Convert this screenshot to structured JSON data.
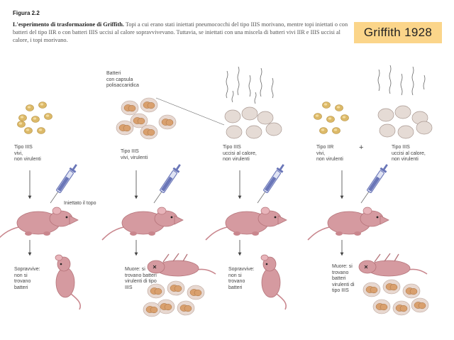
{
  "figure": {
    "label": "Figura 2.2",
    "title": "L'esperimento di trasformazione di Griffith.",
    "caption": "Topi a cui erano stati iniettati pneumococchi del tipo IIIS morivano, mentre topi iniettati o con batteri del tipo IIR o con batteri IIIS uccisi al calore sopravvivevano. Tuttavia, se iniettati con una miscela di batteri vivi IIR e IIIS uccisi al calore, i topi morivano."
  },
  "badge": {
    "text": "Griffith 1928",
    "color": "#fbd58a"
  },
  "labels": {
    "capsule_note": "Batteri\ncon capsula\npolisaccaridica",
    "injected_mouse": "Iniettato il topo",
    "col1_type": "Tipo IIIS\nvivi,\nnon virulenti",
    "col2_type": "Tipo IIIS\nvivi, virulenti",
    "col3_type": "Tipo IIIS\nuccisi al calore,\nnon virulenti",
    "col4_type_live": "Tipo IIR\nvivi,\nnon virulenti",
    "col4_plus": "+",
    "col4_type_killed": "Tipo IIIS\nuccisi al calore,\nnon virulenti",
    "col1_result": "Sopravvive:\nnon si\ntrovano\nbatteri",
    "col2_result": "Muore: si\ntrovano batteri\nvirulenti di tipo\nIIIS",
    "col3_result": "Sopravvive:\nnon si\ntrovano\nbatteri",
    "col4_result": "Muore: si\ntrovano\nbatteri\nvirulenti di\ntipo IIIS"
  },
  "colors": {
    "rough_cell": "#dcb968",
    "smooth_cell": "#d9a06e",
    "killed_cell": "#e5dbd5",
    "mouse": "#d59aa0",
    "syringe": "#6a76b8"
  }
}
